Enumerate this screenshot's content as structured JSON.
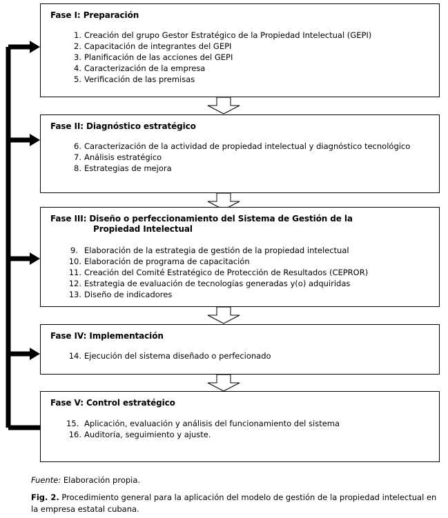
{
  "figure": {
    "phases": [
      {
        "id": "phase-1",
        "title": "Fase I: Preparación",
        "title_cont": "",
        "items": [
          {
            "num": "1.",
            "text": "Creación del grupo Gestor Estratégico de la Propiedad Intelectual (GEPI)"
          },
          {
            "num": "2.",
            "text": "Capacitación de integrantes del GEPI"
          },
          {
            "num": "3.",
            "text": "Planificación de las acciones del GEPI"
          },
          {
            "num": "4.",
            "text": "Caracterización de la empresa"
          },
          {
            "num": "5.",
            "text": "Verificación de las premisas"
          }
        ]
      },
      {
        "id": "phase-2",
        "title": "Fase II: Diagnóstico estratégico",
        "title_cont": "",
        "items": [
          {
            "num": "6.",
            "text": "Caracterización de la actividad de propiedad intelectual y diagnóstico tecnológico"
          },
          {
            "num": "7.",
            "text": "Análisis estratégico"
          },
          {
            "num": "8.",
            "text": "Estrategias de mejora"
          }
        ]
      },
      {
        "id": "phase-3",
        "title": "Fase III: Diseño o perfeccionamiento del Sistema de Gestión de la",
        "title_cont": "Propiedad Intelectual",
        "items": [
          {
            "num": "9.",
            "text": "Elaboración de la estrategia de gestión de la propiedad intelectual"
          },
          {
            "num": "10.",
            "text": "Elaboración de programa de capacitación"
          },
          {
            "num": "11.",
            "text": "Creación del Comité Estratégico de Protección de Resultados (CEPROR)"
          },
          {
            "num": "12.",
            "text": "Estrategia de evaluación de tecnologías generadas y(o) adquiridas"
          },
          {
            "num": "13.",
            "text": "Diseño de indicadores"
          }
        ]
      },
      {
        "id": "phase-4",
        "title": "Fase IV: Implementación",
        "title_cont": "",
        "items": [
          {
            "num": "14.",
            "text": "Ejecución del sistema diseñado o perfecionado"
          }
        ]
      },
      {
        "id": "phase-5",
        "title": "Fase V: Control estratégico",
        "title_cont": "",
        "items": [
          {
            "num": "15.",
            "text": "Aplicación, evaluación y análisis del funcionamiento del sistema"
          },
          {
            "num": "16.",
            "text": "Auditoría, seguimiento y ajuste."
          }
        ]
      }
    ],
    "connectors": [
      {
        "id": "conn-1-2",
        "from": "phase-1",
        "to": "phase-2"
      },
      {
        "id": "conn-2-3",
        "from": "phase-2",
        "to": "phase-3"
      },
      {
        "id": "conn-3-4",
        "from": "phase-3",
        "to": "phase-4"
      },
      {
        "id": "conn-4-5",
        "from": "phase-4",
        "to": "phase-5"
      }
    ],
    "feedback": {
      "description": "Bucle de retroalimentación desde Fase V hacia Fases I, II, III y IV",
      "targets": [
        "phase-1",
        "phase-2",
        "phase-3",
        "phase-4"
      ],
      "origin": "phase-5"
    }
  },
  "caption": {
    "source_label": "Fuente:",
    "source_text": " Elaboración propia.",
    "figure_label": "Fig. 2.",
    "figure_text": " Procedimiento general para la aplicación del modelo de gestión de la propiedad intelectual en la empresa estatal cubana."
  },
  "colors": {
    "stroke": "#000000",
    "fill": "#ffffff",
    "text": "#000000"
  }
}
